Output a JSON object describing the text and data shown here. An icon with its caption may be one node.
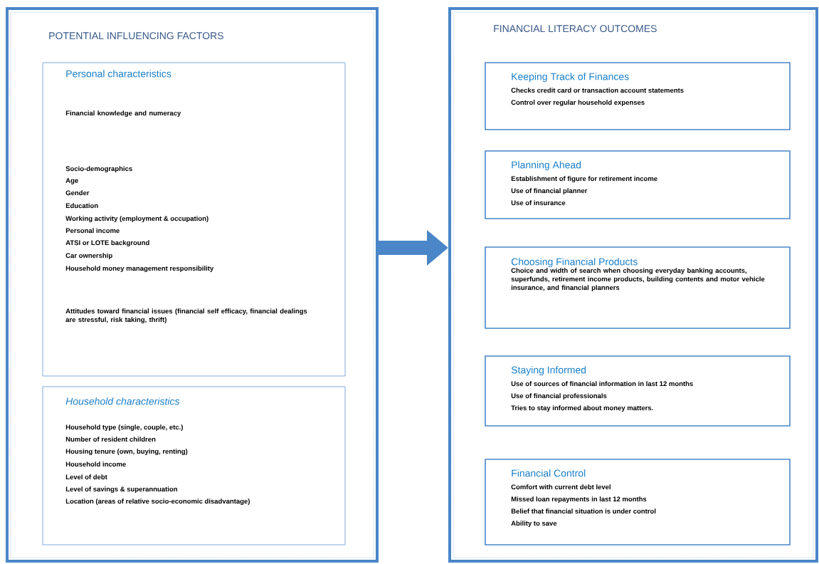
{
  "diagram": {
    "nodes": [
      {
        "text": [
          "POTENTIAL INFLUENCING FACTORS"
        ]
      },
      {
        "text": [
          "Personal characteristics",
          "Financial knowledge and numeracy",
          "Socio-demographics",
          "Age",
          "Gender",
          "Education",
          "Working activity (employment & occupation)",
          "Personal income",
          "ATSI or LOTE background",
          "Car ownership",
          "Household money management responsibility",
          "Attitudes toward financial issues (financial self efficacy, financial dealings are stressful, risk taking, thrift)"
        ],
        "in": 0
      },
      {
        "text": [
          "Household characteristics",
          "Household type (single, couple, etc.)",
          "Number of resident children",
          "Housing tenure (own, buying, renting)",
          "Household income",
          "Level of debt",
          "Level of savings & superannuation",
          "Location (areas of relative socio-economic disadvantage)"
        ],
        "in": 0
      },
      {
        "text": [
          "FINANCIAL LITERACY OUTCOMES"
        ]
      },
      {
        "text": [
          "Keeping Track of Finances",
          "Checks credit card or transaction account statements",
          "Control over regular household expenses"
        ],
        "in": 3
      },
      {
        "text": [
          "Planning Ahead",
          "Establishment of figure for retirement income",
          "Use of financial planner",
          "Use of insurance"
        ],
        "in": 3
      },
      {
        "text": [
          "Choosing Financial Products",
          "Choice and width of search when choosing everyday banking accounts, superfunds, retirement income products, building contents and motor vehicle insurance, and financial planners"
        ],
        "in": 3
      },
      {
        "text": [
          "Staying Informed",
          "Use of sources of financial information in last 12 months",
          "Use of financial professionals",
          "Tries to stay informed about money matters."
        ],
        "in": 3
      },
      {
        "text": [
          "Financial Control",
          "Comfort with current debt level",
          "Missed loan repayments in last 12 months",
          "Belief that financial situation is under control",
          "Ability to save"
        ],
        "in": 3
      }
    ],
    "edges": [
      {
        "from": 0,
        "to": 3,
        "arrow": "to"
      }
    ]
  }
}
